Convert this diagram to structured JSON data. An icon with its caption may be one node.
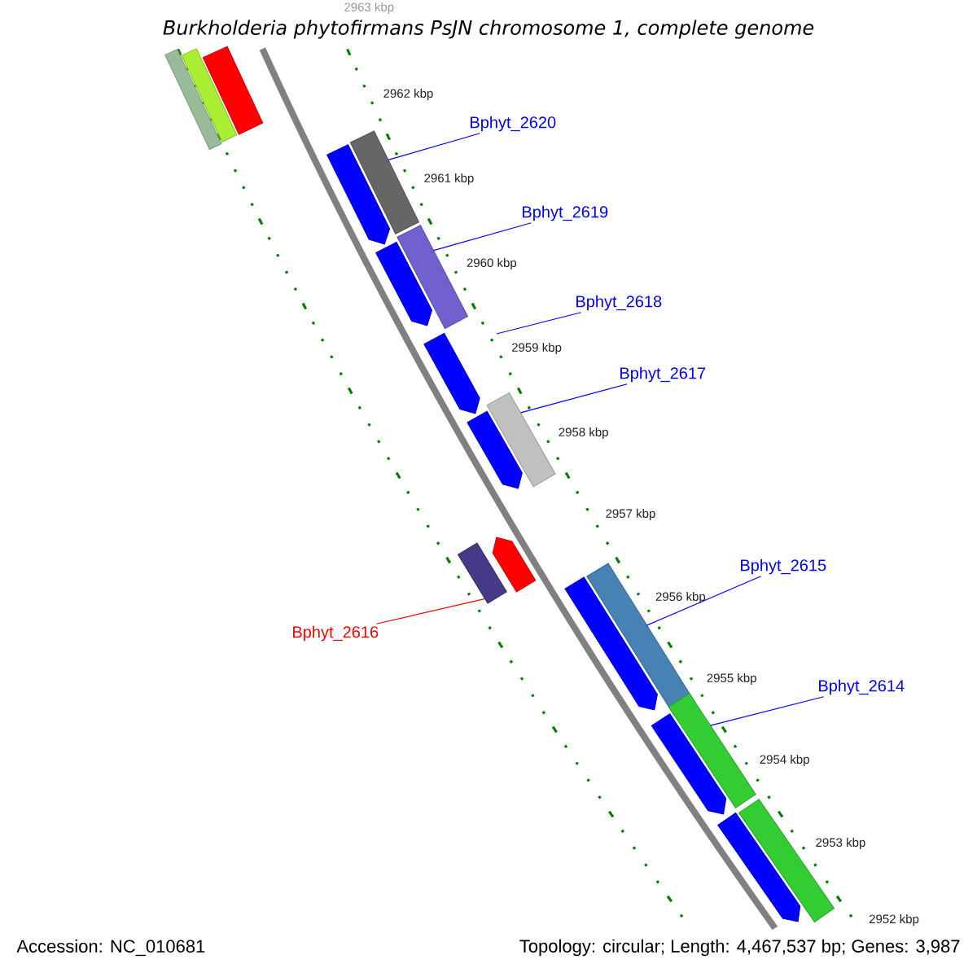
{
  "diagram": {
    "title": "Burkholderia phytofirmans PsJN chromosome 1, complete genome",
    "nodes": [
      {
        "text": [
          "Bphyt_2620"
        ]
      },
      {
        "text": [],
        "shape": "bar"
      },
      {
        "text": [
          "Bphyt_2619"
        ]
      },
      {
        "text": [],
        "shape": "bar"
      },
      {
        "text": [
          "Bphyt_2618"
        ]
      },
      {
        "text": [
          "Bphyt_2617"
        ]
      },
      {
        "text": [],
        "shape": "bar"
      },
      {
        "text": [
          "Bphyt_2615"
        ]
      },
      {
        "text": [],
        "shape": "bar"
      },
      {
        "text": [
          "Bphyt_2616"
        ]
      },
      {
        "text": [],
        "shape": "bar"
      },
      {
        "text": [
          "Bphyt_2614"
        ]
      },
      {
        "text": [],
        "shape": "bar"
      },
      {
        "text": [],
        "shape": "bar"
      },
      {
        "text": [],
        "shape": "bar"
      },
      {
        "text": [],
        "shape": "bar"
      },
      {
        "text": [],
        "shape": "bar"
      },
      {
        "text": [],
        "shape": "bar"
      },
      {
        "text": [],
        "shape": "bar"
      },
      {
        "text": [],
        "shape": "bar"
      },
      {
        "text": [],
        "shape": "bar"
      },
      {
        "text": [],
        "shape": "bar"
      },
      {
        "text": [],
        "shape": "bar"
      },
      {
        "text": [],
        "shape": "bar"
      },
      {
        "text": [],
        "shape": "bar"
      }
    ],
    "edges": [
      {
        "from": 0,
        "to": 1,
        "arrow": "none"
      },
      {
        "from": 2,
        "to": 3,
        "arrow": "none"
      },
      {
        "from": 4,
        "to": null,
        "arrow": "none"
      },
      {
        "from": 5,
        "to": 6,
        "arrow": "none"
      },
      {
        "from": 7,
        "to": 8,
        "arrow": "none"
      },
      {
        "from": 9,
        "to": 10,
        "arrow": "none",
        "color": "#ff0000"
      },
      {
        "from": 11,
        "to": 12,
        "arrow": "none"
      }
    ],
    "labels": [
      "2963 kbp",
      "2962 kbp",
      "2961 kbp",
      "2960 kbp",
      "2959 kbp",
      "2958 kbp",
      "2957 kbp",
      "2956 kbp",
      "2955 kbp",
      "2954 kbp",
      "2953 kbp",
      "2952 kbp",
      "Accession: NC_010681",
      "Topology: circular; Length: 4,467,537 bp; Genes: 3,987"
    ]
  }
}
